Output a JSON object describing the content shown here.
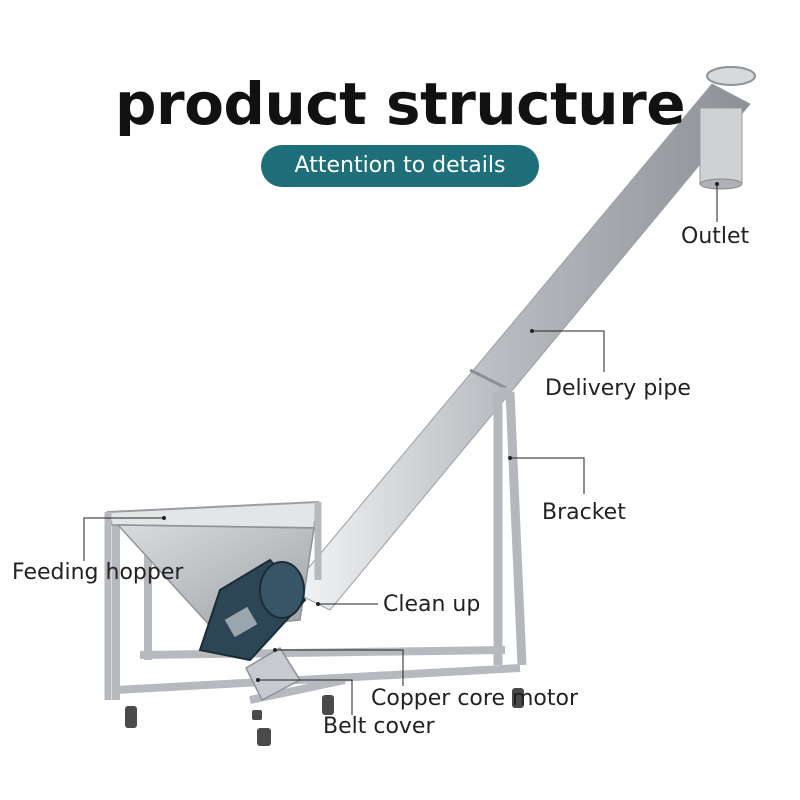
{
  "title": "product structure",
  "subtitle": "Attention to details",
  "labels": {
    "outlet": "Outlet",
    "delivery_pipe": "Delivery pipe",
    "bracket": "Bracket",
    "feeding_hopper": "Feeding hopper",
    "clean_up": "Clean up",
    "copper_core_motor": "Copper core motor",
    "belt_cover": "Belt cover"
  },
  "colors": {
    "accent": "#1f6f7a",
    "steel": "#c9cdd1",
    "motor": "#2d4656"
  }
}
